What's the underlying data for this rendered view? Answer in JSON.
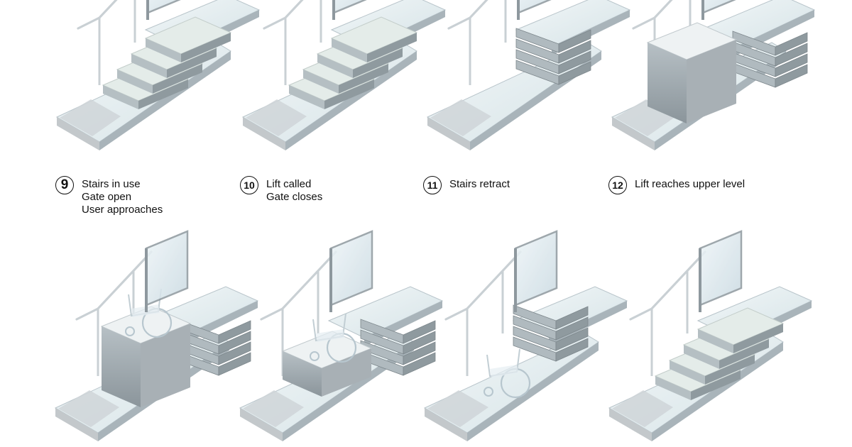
{
  "steps": [
    {
      "number": "9",
      "lines": [
        "Stairs in use",
        "Gate open",
        "User approaches"
      ]
    },
    {
      "number": "10",
      "lines": [
        "Lift called",
        "Gate closes"
      ]
    },
    {
      "number": "11",
      "lines": [
        "Stairs retract"
      ]
    },
    {
      "number": "12",
      "lines": [
        "Lift reaches upper level"
      ]
    }
  ],
  "colors": {
    "platform_top": "#e8f1f3",
    "platform_side": "#a9b4ba",
    "concrete": "#c3c8cb",
    "step_top": "#e4ece9",
    "step_side": "#8f9a9f",
    "lift_top": "#eef2f3",
    "lift_side": "#a8b0b5",
    "glass": "#dbe8ee",
    "frame": "#8e989e",
    "rail": "#c9d0d4"
  }
}
